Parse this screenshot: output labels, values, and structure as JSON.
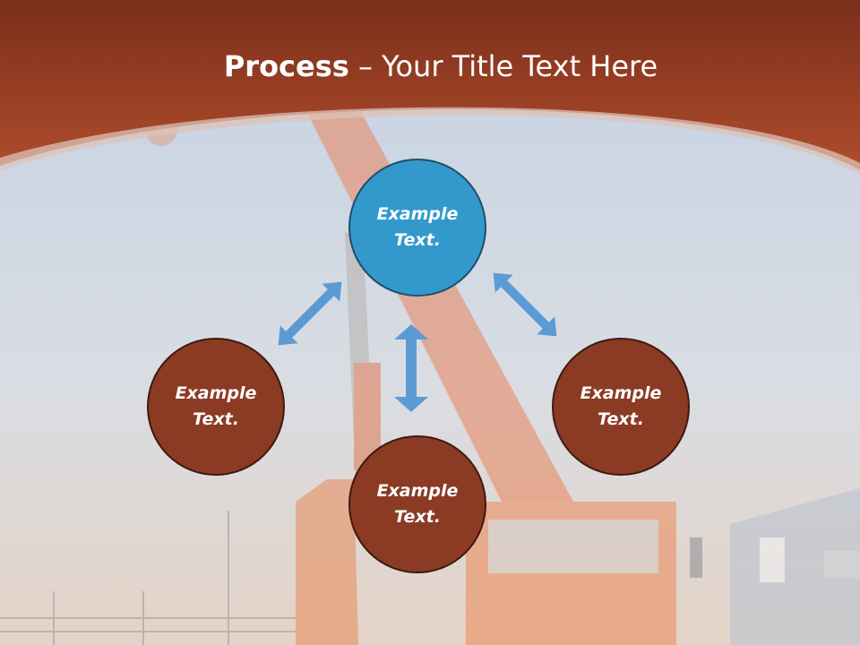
{
  "slide": {
    "title_bold": "Process",
    "title_rest": " – Your Title Text Here"
  },
  "nodes": {
    "top": {
      "line1": "Example",
      "line2": "Text."
    },
    "left": {
      "line1": "Example",
      "line2": "Text."
    },
    "right": {
      "line1": "Example",
      "line2": "Text."
    },
    "bottom": {
      "line1": "Example",
      "line2": "Text."
    }
  },
  "colors": {
    "header": "#9a3f22",
    "node_highlight": "#3399cc",
    "node": "#8b3b24",
    "arrow": "#5b9bd5"
  }
}
